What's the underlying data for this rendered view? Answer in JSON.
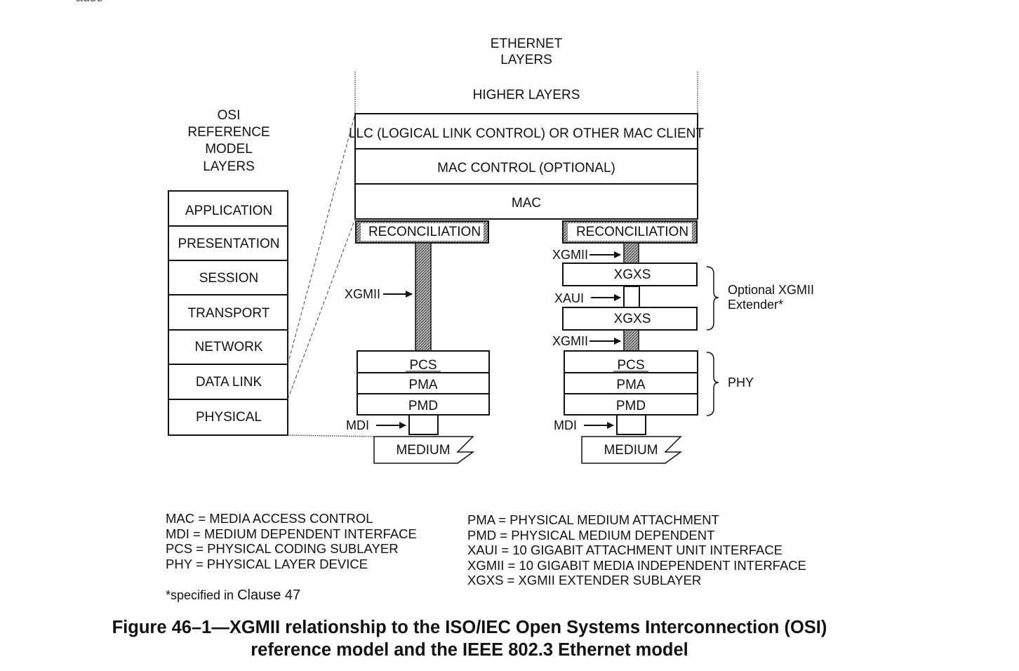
{
  "page_stub": "ause",
  "ethernet_header": [
    "ETHERNET",
    "LAYERS"
  ],
  "higher_layers": "HIGHER LAYERS",
  "llc": "LLC (LOGICAL LINK CONTROL) OR OTHER MAC CLIENT",
  "mac_control": "MAC CONTROL (OPTIONAL)",
  "mac": "MAC",
  "osi_header": [
    "OSI",
    "REFERENCE",
    "MODEL",
    "LAYERS"
  ],
  "osi_layers": [
    "APPLICATION",
    "PRESENTATION",
    "SESSION",
    "TRANSPORT",
    "NETWORK",
    "DATA LINK",
    "PHYSICAL"
  ],
  "left_stack": {
    "reconciliation": "RECONCILIATION",
    "xgmii": "XGMII",
    "pcs": "PCS",
    "pma": "PMA",
    "pmd": "PMD",
    "mdi": "MDI",
    "medium": "MEDIUM"
  },
  "right_stack": {
    "reconciliation": "RECONCILIATION",
    "xgmii_top": "XGMII",
    "xgxs_top": "XGXS",
    "xaui": "XAUI",
    "xgxs_bottom": "XGXS",
    "xgmii_bottom": "XGMII",
    "pcs": "PCS",
    "pma": "PMA",
    "pmd": "PMD",
    "mdi": "MDI",
    "medium": "MEDIUM"
  },
  "brace_extender": [
    "Optional XGMII",
    "Extender*"
  ],
  "brace_phy": "PHY",
  "legend_left": [
    "MAC = MEDIA ACCESS CONTROL",
    "MDI = MEDIUM DEPENDENT INTERFACE",
    "PCS = PHYSICAL CODING SUBLAYER",
    "PHY = PHYSICAL LAYER DEVICE"
  ],
  "legend_right": [
    "PMA = PHYSICAL MEDIUM ATTACHMENT",
    "PMD = PHYSICAL MEDIUM DEPENDENT",
    "XAUI = 10 GIGABIT ATTACHMENT UNIT INTERFACE",
    "XGMII = 10 GIGABIT MEDIA INDEPENDENT INTERFACE",
    "XGXS = XGMII EXTENDER SUBLAYER"
  ],
  "footnote": {
    "prefix": "*specified in ",
    "clause": "Clause 47"
  },
  "caption": [
    "Figure 46–1—XGMII relationship to the ISO/IEC Open Systems Interconnection (OSI)",
    "reference model and the IEEE 802.3 Ethernet model"
  ]
}
